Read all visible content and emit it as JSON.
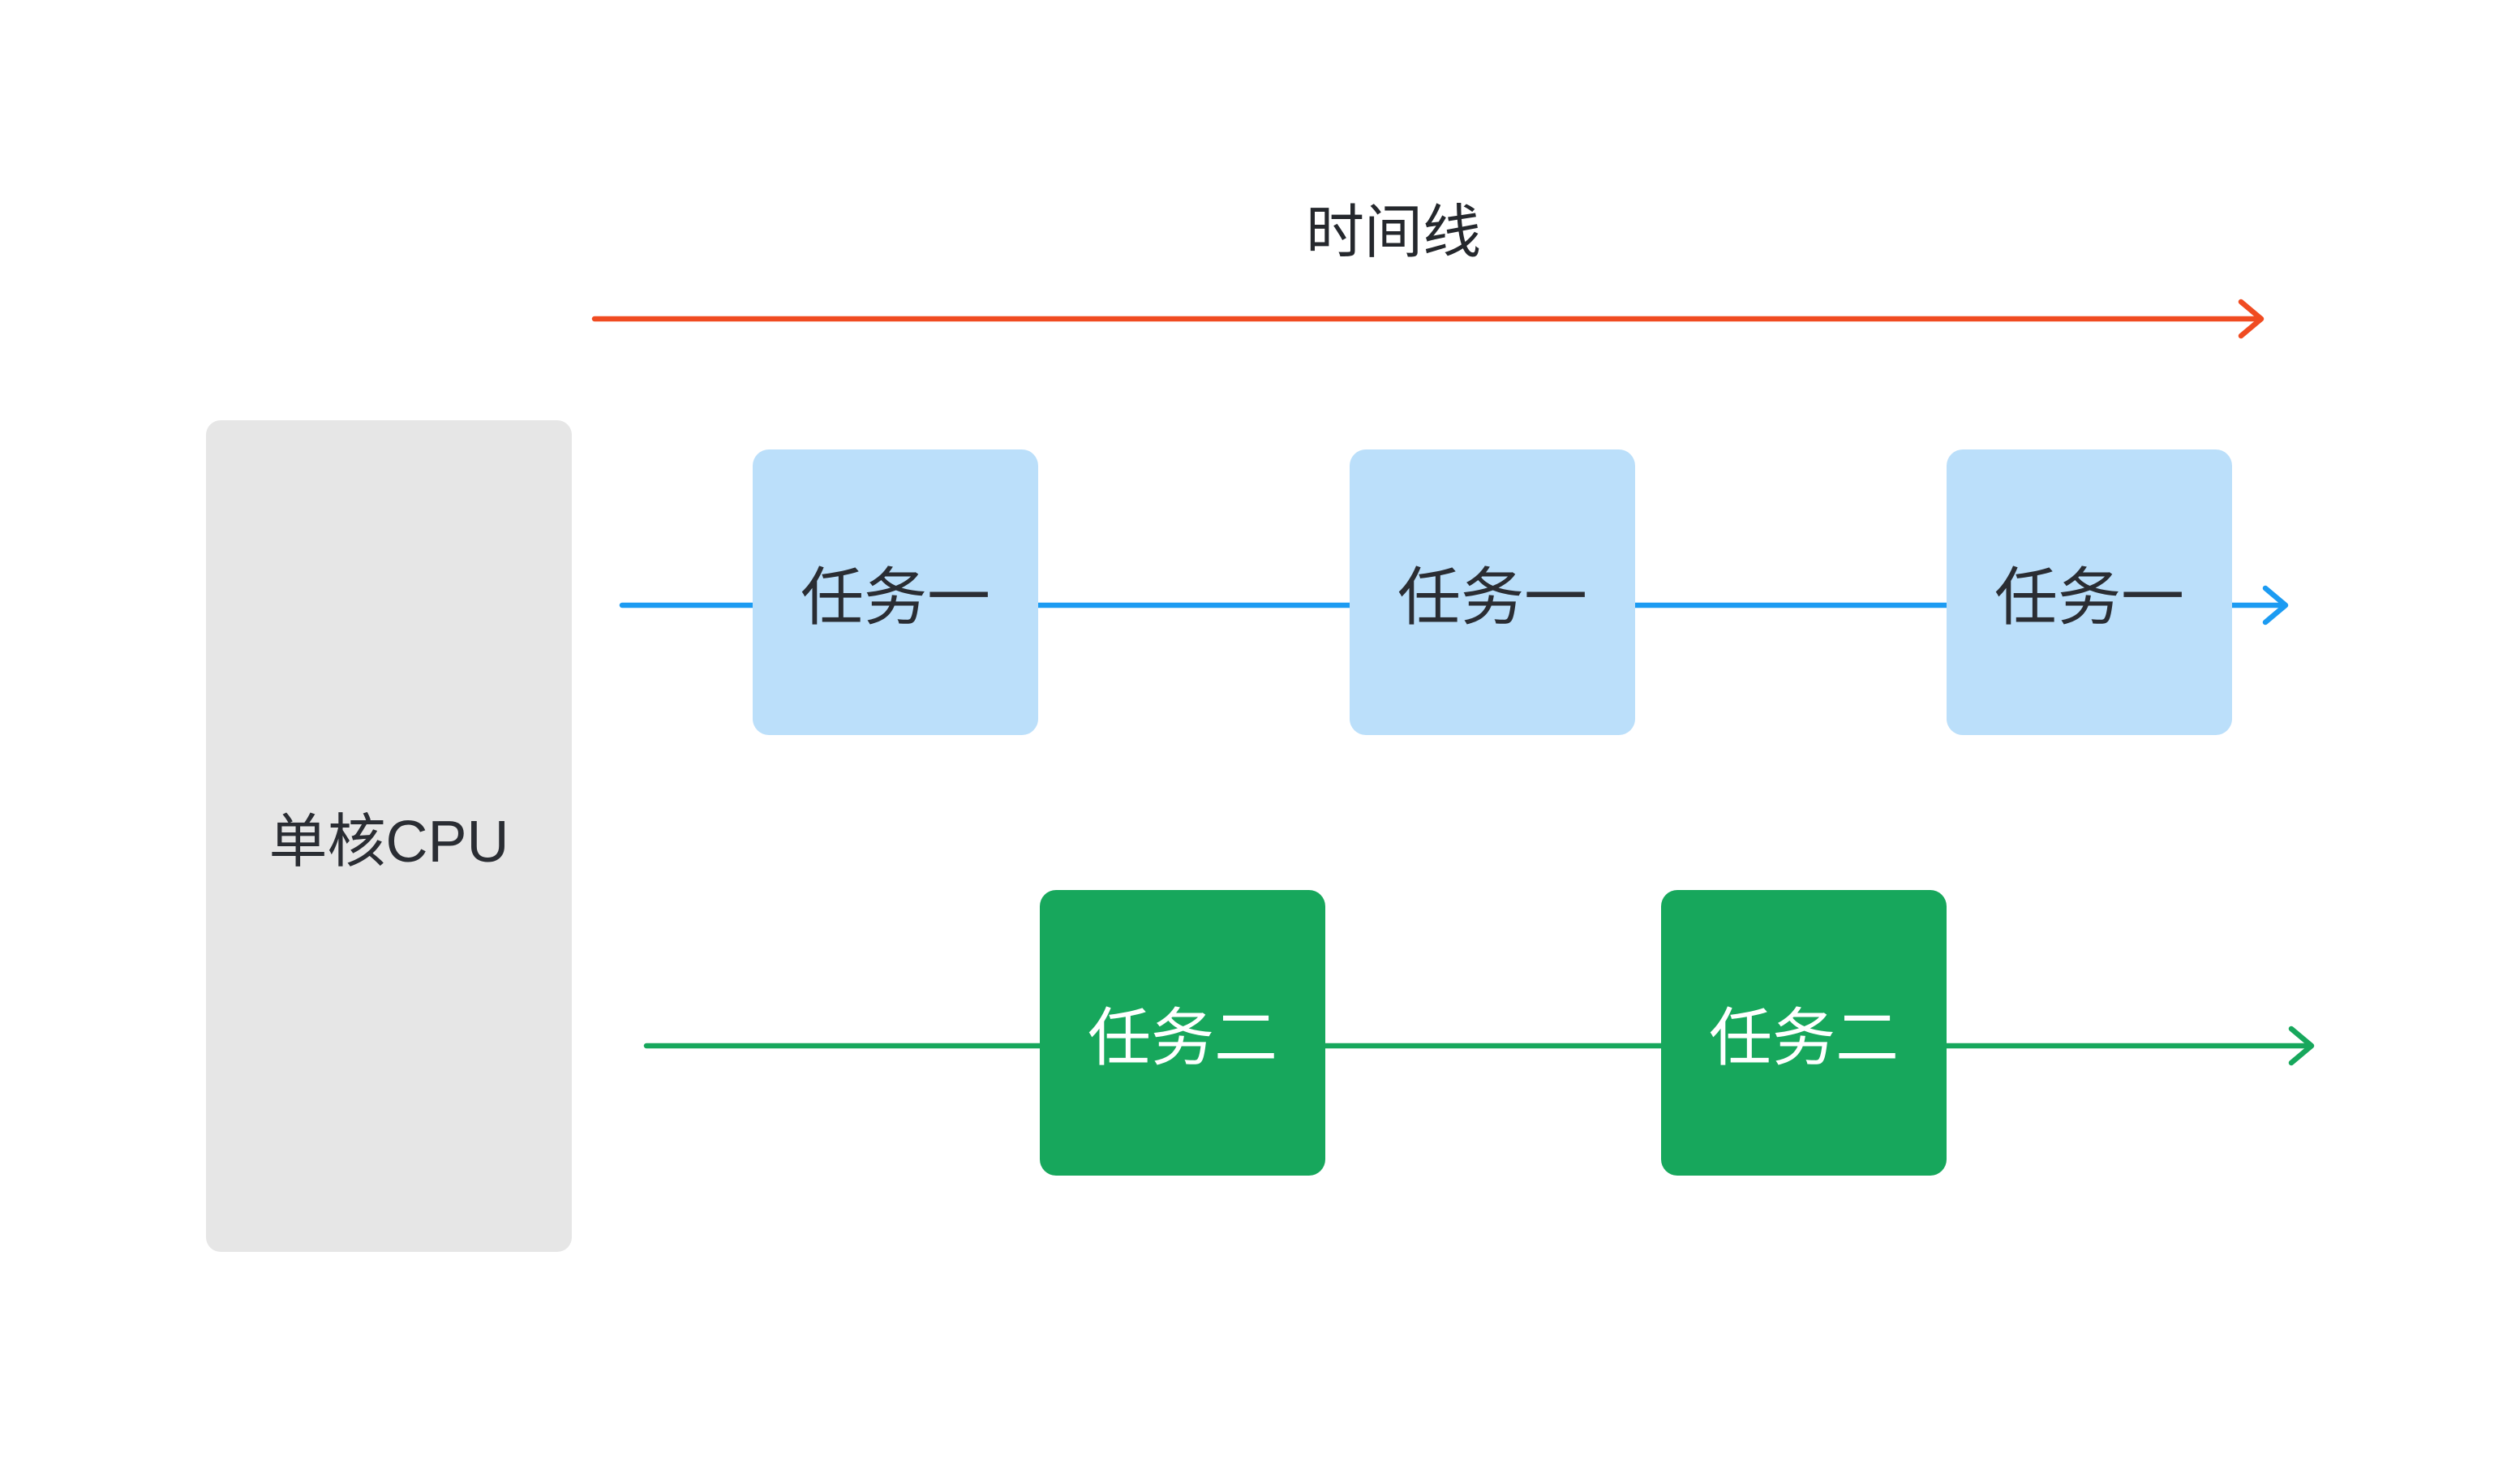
{
  "colors": {
    "background": "#FFFFFF",
    "timeline_arrow": "#F04B21",
    "task1_line": "#1C9BF2",
    "task1_box_bg": "#BBDFFA",
    "task1_text": "#2A2D33",
    "task2_line": "#17A75C",
    "task2_box_bg": "#17A75C",
    "task2_text": "#FFFFFF",
    "cpu_box_bg": "#E6E6E6",
    "cpu_text": "#2A2D33",
    "title_text": "#25282D"
  },
  "timeline": {
    "label": "时间线"
  },
  "cpu": {
    "label": "单核CPU"
  },
  "tasks": [
    {
      "id": "task1",
      "label": "任务一",
      "occurrences": 3
    },
    {
      "id": "task2",
      "label": "任务二",
      "occurrences": 2
    }
  ]
}
